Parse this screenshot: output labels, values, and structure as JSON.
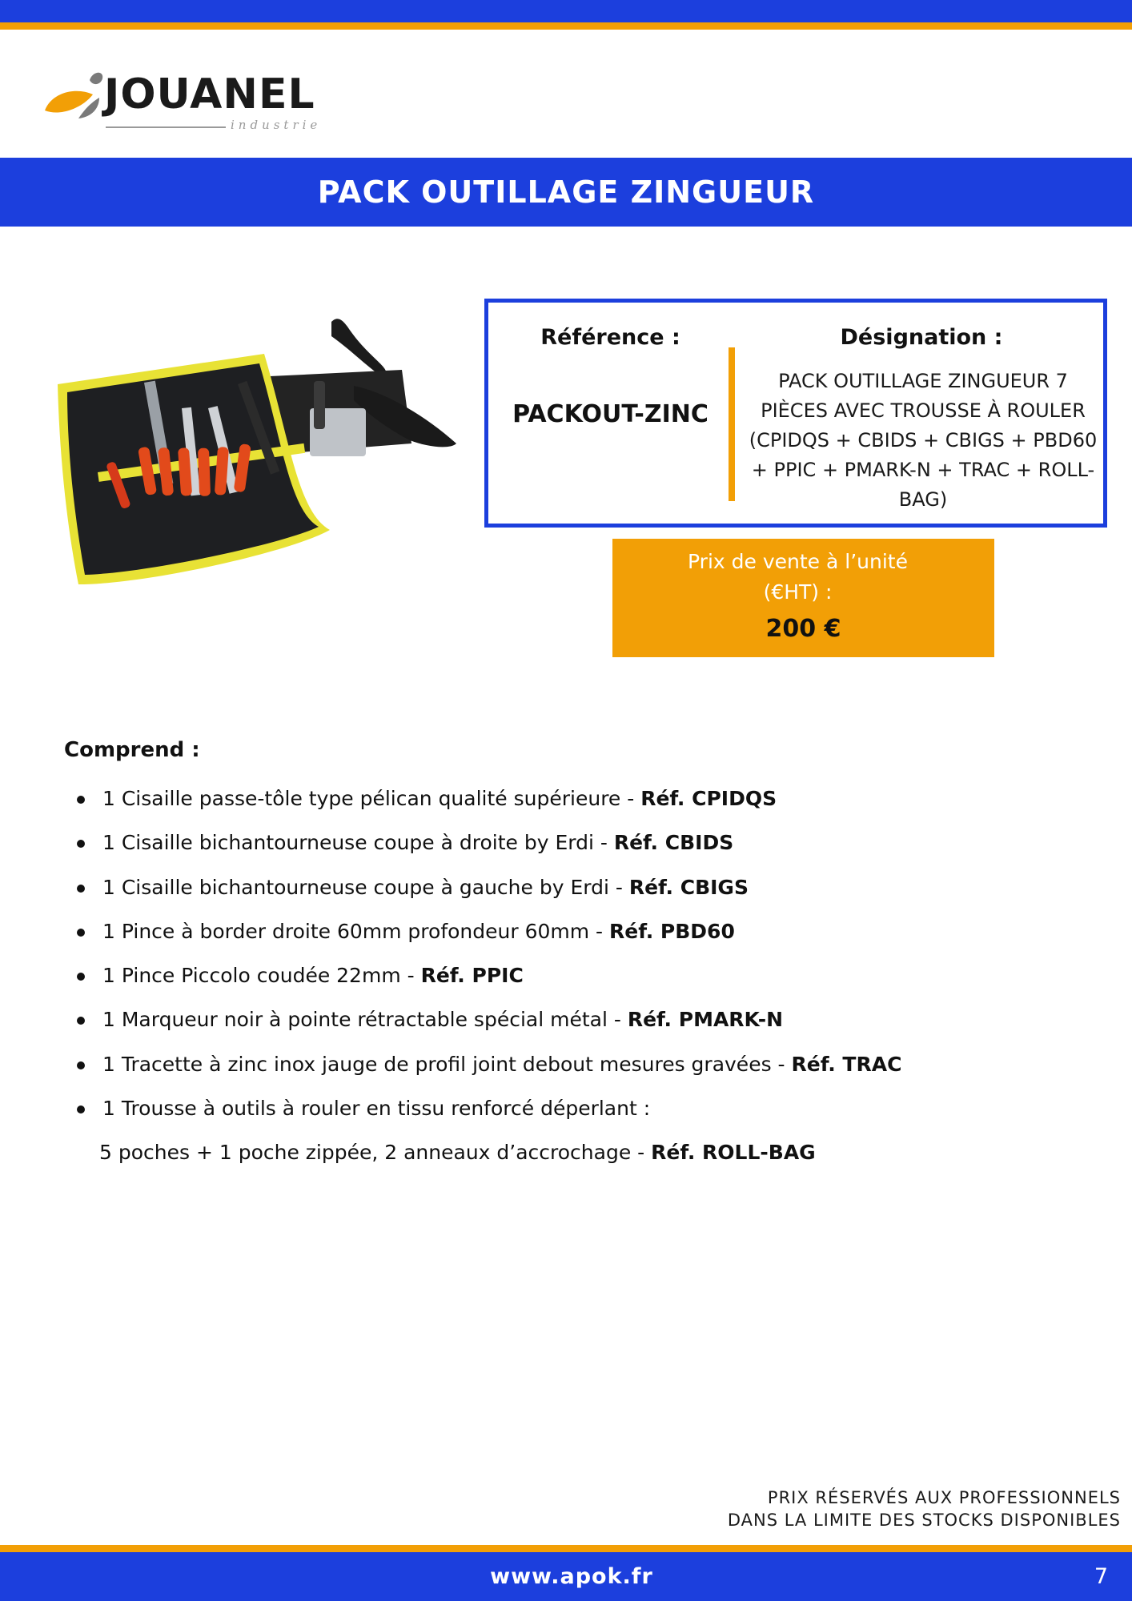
{
  "brand": {
    "name": "JOUANEL",
    "tagline": "industrie"
  },
  "title": "PACK OUTILLAGE ZINGUEUR",
  "info": {
    "reference_label": "Référence :",
    "reference_value": "PACKOUT-ZINC",
    "designation_label": "Désignation :",
    "designation_value": "PACK OUTILLAGE ZINGUEUR 7 PIÈCES AVEC TROUSSE À ROULER (CPIDQS + CBIDS + CBIGS + PBD60 + PPIC + PMARK-N + TRAC + ROLL-BAG)"
  },
  "price": {
    "label": "Prix de vente à l’unité (€HT) :",
    "value": "200 €"
  },
  "includes": {
    "label": "Comprend :",
    "items": [
      {
        "text": "1 Cisaille passe-tôle type pélican qualité supérieure - ",
        "ref": "Réf. CPIDQS"
      },
      {
        "text": "1 Cisaille bichantourneuse coupe à droite by Erdi - ",
        "ref": "Réf. CBIDS"
      },
      {
        "text": "1 Cisaille bichantourneuse coupe à gauche by Erdi - ",
        "ref": "Réf. CBIGS"
      },
      {
        "text": "1 Pince à border droite 60mm profondeur 60mm - ",
        "ref": "Réf. PBD60"
      },
      {
        "text": "1 Pince Piccolo coudée 22mm - ",
        "ref": "Réf. PPIC"
      },
      {
        "text": "1 Marqueur noir à pointe rétractable spécial métal - ",
        "ref": "Réf. PMARK-N"
      },
      {
        "text": "1 Tracette à zinc inox jauge de profil joint debout mesures gravées - ",
        "ref": "Réf. TRAC"
      },
      {
        "text": "1 Trousse à outils à rouler en tissu renforcé déperlant :",
        "ref": ""
      }
    ],
    "continuation": {
      "text": "5 poches + 1 poche zippée, 2 anneaux d’accrochage - ",
      "ref": "Réf. ROLL-BAG"
    }
  },
  "disclaimer": {
    "line1": "PRIX RÉSERVÉS AUX PROFESSIONNELS",
    "line2": "DANS LA LIMITE DES STOCKS DISPONIBLES"
  },
  "footer": {
    "website": "www.apok.fr",
    "page": "7"
  },
  "colors": {
    "blue": "#1c3fdd",
    "orange": "#f29f06"
  },
  "product_image_icon": "tool-roll-bag-icon"
}
